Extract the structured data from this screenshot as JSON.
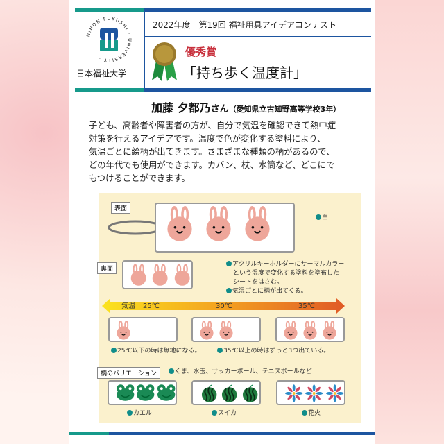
{
  "university": {
    "logo_text": "NIHON FUKUSHI UNIVERSITY",
    "name": "日本福祉大学"
  },
  "header": {
    "contest": "2022年度　第19回 福祉用具アイデアコンテスト",
    "award": "優秀賞",
    "title": "「持ち歩く温度計」"
  },
  "author": {
    "name": "加藤 夕都乃",
    "suffix": "さん",
    "school": "（愛知県立古知野高等学校3年）"
  },
  "description": [
    "子ども、高齢者や障害者の方が、自分で気温を確認できて熱中症",
    "対策を行えるアイデアです。温度で色が変化する塗料により、",
    "気温ごとに絵柄が出てきます。さまざまな種類の柄があるので、",
    "どの年代でも使用ができます。カバン、杖、水筒など、どこにで",
    "もつけることができます。"
  ],
  "diagram": {
    "front_label": "表面",
    "front_note": "白",
    "back_label": "裏面",
    "notes": [
      "アクリルキーホルダーにサーマルカラー",
      "という温度で変化する塗料を塗布した",
      "シートをはさむ。",
      "気温ごとに柄が出てくる。"
    ],
    "scale": {
      "label": "気温",
      "t1": "25℃",
      "t2": "30℃",
      "t3": "35℃"
    },
    "cond_low": "25℃以下の時は無地になる。",
    "cond_high": "35℃以上の時はずっと3つ出ている。",
    "variation_label": "柄のバリエーション",
    "variation_note": "くま、水玉、サッカーボール、テニスボールなど",
    "variations": [
      "カエル",
      "スイカ",
      "花火"
    ]
  },
  "colors": {
    "teal": "#169a8b",
    "blue": "#1d55a0",
    "award_red": "#c8303c",
    "rabbit": "#eea69a",
    "panel": "#fbf1cd"
  }
}
